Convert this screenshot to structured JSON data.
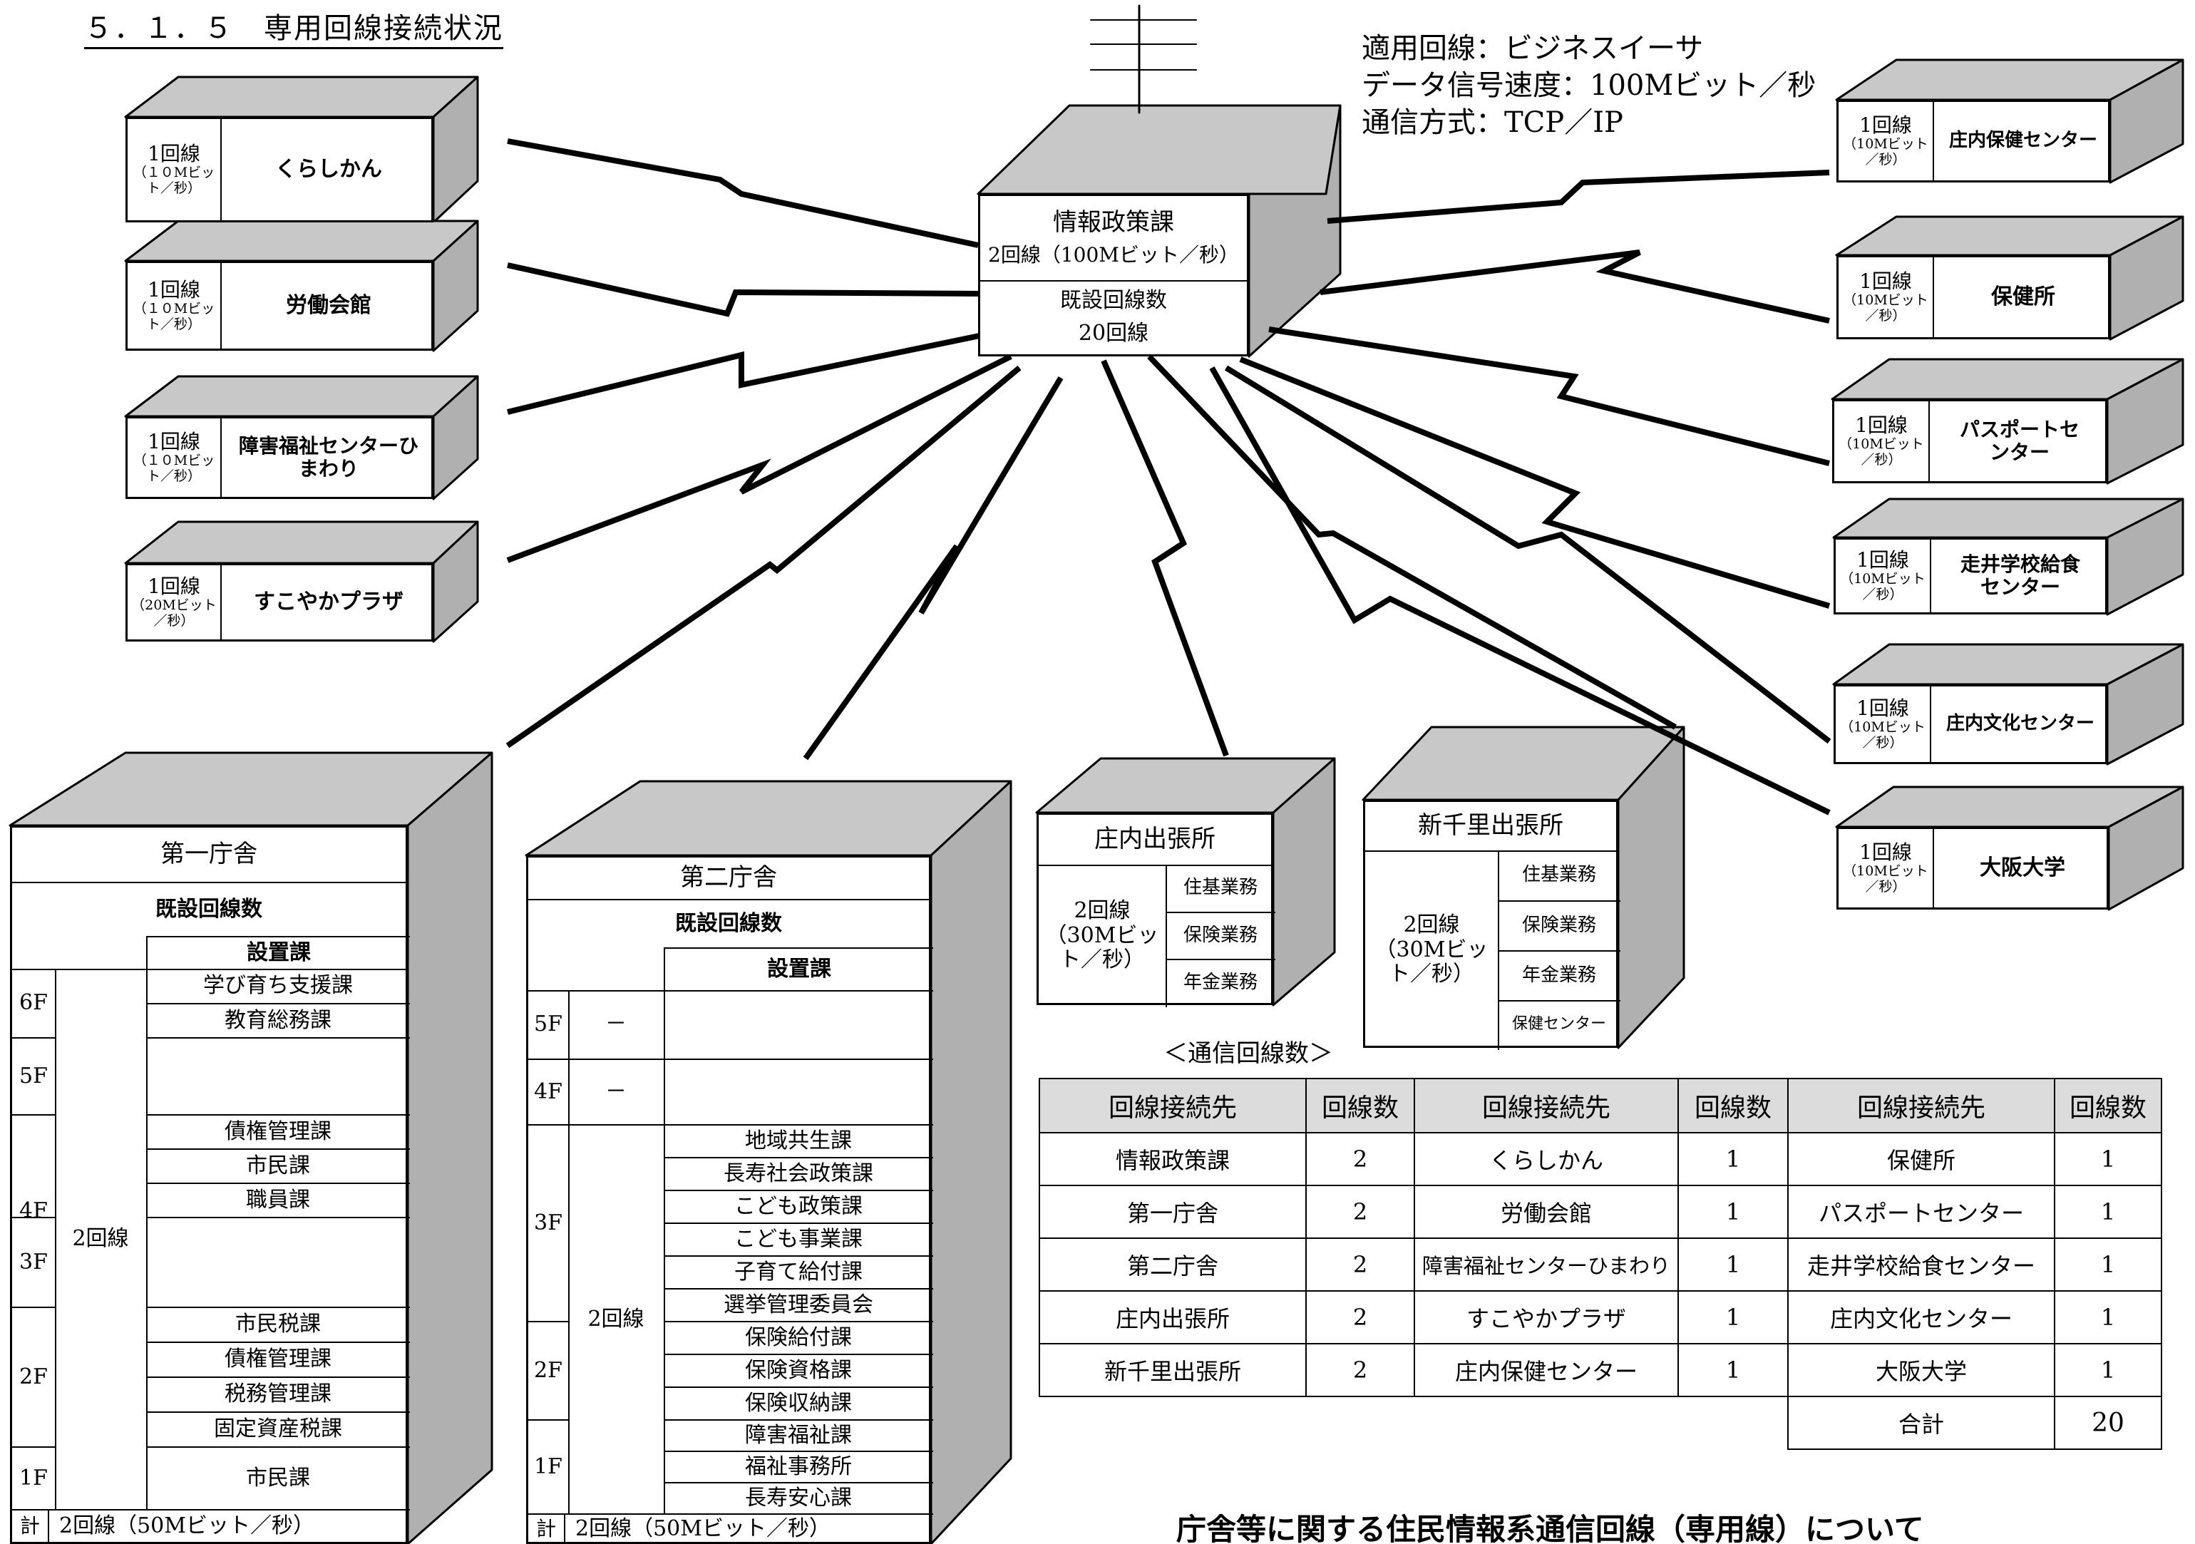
{
  "title": "５．１．５　専用回線接続状況",
  "spec": {
    "line1": "適用回線：ビジネスイーサ",
    "line2": "データ信号速度：100Mビット／秒",
    "line3": "通信方式：TCP／IP"
  },
  "hub": {
    "name": "情報政策課",
    "lines": "2回線（100Mビット／秒）",
    "existing_label": "既設回線数",
    "existing_value": "20回線"
  },
  "left_sites": [
    {
      "count": "1回線",
      "speed": "（１０Mビット／秒）",
      "name": "くらしかん"
    },
    {
      "count": "1回線",
      "speed": "（１０Mビット／秒）",
      "name": "労働会館"
    },
    {
      "count": "1回線",
      "speed": "（１０Mビット／秒）",
      "name": "障害福祉センターひまわり"
    },
    {
      "count": "1回線",
      "speed": "（20Mビット／秒）",
      "name": "すこやかプラザ"
    }
  ],
  "right_sites": [
    {
      "count": "1回線",
      "speed": "（10Mビット／秒）",
      "name": "庄内保健センター"
    },
    {
      "count": "1回線",
      "speed": "（10Mビット／秒）",
      "name": "保健所"
    },
    {
      "count": "1回線",
      "speed": "（10Mビット／秒）",
      "name": "パスポートセンター"
    },
    {
      "count": "1回線",
      "speed": "（10Mビット／秒）",
      "name": "走井学校給食センター"
    },
    {
      "count": "1回線",
      "speed": "（10Mビット／秒）",
      "name": "庄内文化センター"
    },
    {
      "count": "1回線",
      "speed": "（10Mビット／秒）",
      "name": "大阪大学"
    }
  ],
  "dai1": {
    "name": "第一庁舎",
    "existing_label": "既設回線数",
    "section_header": "設置課",
    "lines": "2回線",
    "floors": [
      {
        "label": "6F",
        "depts": [
          "学び育ち支援課",
          "教育総務課"
        ]
      },
      {
        "label": "5F",
        "depts": []
      },
      {
        "label": "4F",
        "depts": [
          "債権管理課",
          "市民課",
          "職員課"
        ]
      },
      {
        "label": "3F",
        "depts": []
      },
      {
        "label": "2F",
        "depts": [
          "市民税課",
          "債権管理課",
          "税務管理課",
          "固定資産税課"
        ]
      },
      {
        "label": "1F",
        "depts": [
          "市民課"
        ]
      }
    ],
    "total_label": "計",
    "total_value": "2回線（50Mビット／秒）"
  },
  "dai2": {
    "name": "第二庁舎",
    "existing_label": "既設回線数",
    "section_header": "設置課",
    "lines": "2回線",
    "floors": [
      {
        "label": "5F",
        "mark": "－",
        "depts": []
      },
      {
        "label": "4F",
        "mark": "－",
        "depts": []
      },
      {
        "label": "3F",
        "depts": [
          "地域共生課",
          "長寿社会政策課",
          "こども政策課",
          "こども事業課",
          "子育て給付課",
          "選挙管理委員会"
        ]
      },
      {
        "label": "2F",
        "depts": [
          "保険給付課",
          "保険資格課",
          "保険収納課"
        ]
      },
      {
        "label": "1F",
        "depts": [
          "障害福祉課",
          "福祉事務所",
          "長寿安心課"
        ]
      }
    ],
    "total_label": "計",
    "total_value": "2回線（50Mビット／秒）"
  },
  "shonai": {
    "name": "庄内出張所",
    "lines": "2回線",
    "speed": "（30Mビット／秒）",
    "services": [
      "住基業務",
      "保険業務",
      "年金業務"
    ]
  },
  "shinsenri": {
    "name": "新千里出張所",
    "lines": "2回線",
    "speed": "（30Mビット／秒）",
    "services": [
      "住基業務",
      "保険業務",
      "年金業務",
      "保健センター"
    ]
  },
  "count_table": {
    "caption": "＜通信回線数＞",
    "headers": [
      "回線接続先",
      "回線数",
      "回線接続先",
      "回線数",
      "回線接続先",
      "回線数"
    ],
    "rows": [
      [
        "情報政策課",
        "2",
        "くらしかん",
        "1",
        "保健所",
        "1"
      ],
      [
        "第一庁舎",
        "2",
        "労働会館",
        "1",
        "パスポートセンター",
        "1"
      ],
      [
        "第二庁舎",
        "2",
        "障害福祉センターひまわり",
        "1",
        "走井学校給食センター",
        "1"
      ],
      [
        "庄内出張所",
        "2",
        "すこやかプラザ",
        "1",
        "庄内文化センター",
        "1"
      ],
      [
        "新千里出張所",
        "2",
        "庄内保健センター",
        "1",
        "大阪大学",
        "1"
      ]
    ],
    "total_label": "合計",
    "total_value": "20"
  },
  "caption": "庁舎等に関する住民情報系通信回線（専用線）について"
}
